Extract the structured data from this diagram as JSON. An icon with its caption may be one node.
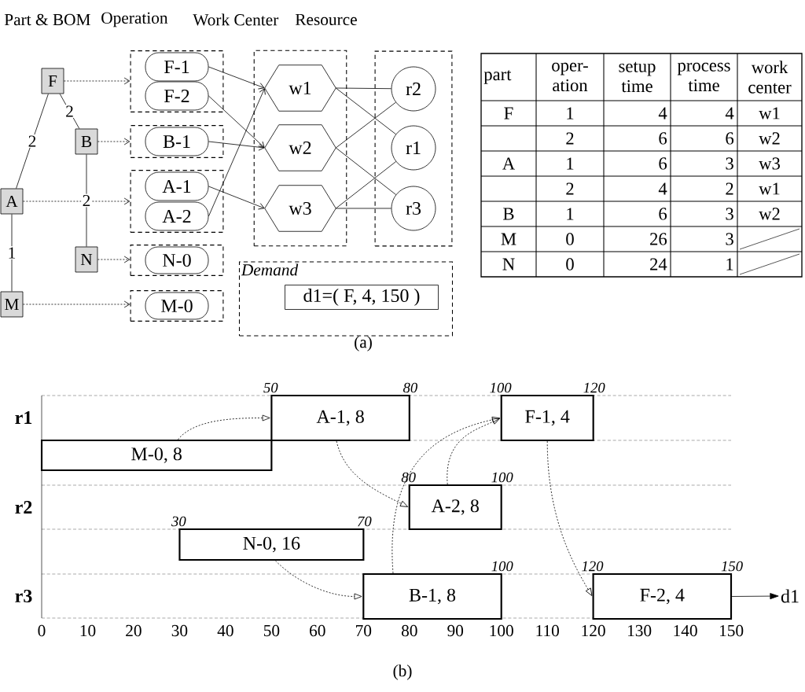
{
  "diagram": {
    "nodes": [
      {
        "text": [
          "F"
        ]
      },
      {
        "text": [
          "B"
        ]
      },
      {
        "text": [
          "A"
        ]
      },
      {
        "text": [
          "N"
        ]
      },
      {
        "text": [
          "M"
        ]
      },
      {
        "text": [],
        "shape": "box"
      },
      {
        "text": [
          "F-1"
        ],
        "in": 5
      },
      {
        "text": [
          "F-2"
        ],
        "in": 5
      },
      {
        "text": [],
        "shape": "box"
      },
      {
        "text": [
          "B-1"
        ],
        "in": 8
      },
      {
        "text": [],
        "shape": "box"
      },
      {
        "text": [
          "A-1"
        ],
        "in": 10
      },
      {
        "text": [
          "A-2"
        ],
        "in": 10
      },
      {
        "text": [],
        "shape": "box"
      },
      {
        "text": [
          "N-0"
        ],
        "in": 13
      },
      {
        "text": [],
        "shape": "box"
      },
      {
        "text": [
          "M-0"
        ],
        "in": 15
      },
      {
        "text": [],
        "shape": "box"
      },
      {
        "text": [
          "w1"
        ],
        "in": 17
      },
      {
        "text": [
          "w2"
        ],
        "in": 17
      },
      {
        "text": [
          "w3"
        ],
        "in": 17
      },
      {
        "text": [],
        "shape": "box"
      },
      {
        "text": [
          "r2"
        ],
        "in": 21
      },
      {
        "text": [
          "r1"
        ],
        "in": 21
      },
      {
        "text": [
          "r3"
        ],
        "in": 21
      },
      {
        "text": [
          "Demand"
        ]
      },
      {
        "text": [
          "d1=( F, 4, 150 )"
        ],
        "in": 25
      },
      {
        "text": [
          "M-0, 8"
        ]
      },
      {
        "text": [
          "A-1, 8"
        ],
        "beside": [
          "50",
          "80"
        ]
      },
      {
        "text": [
          "A-2, 8"
        ],
        "beside": [
          "80",
          "100"
        ]
      },
      {
        "text": [
          "N-0, 16"
        ],
        "beside": [
          "30",
          "70"
        ]
      },
      {
        "text": [
          "B-1, 8"
        ],
        "beside": [
          "100"
        ]
      },
      {
        "text": [
          "F-1, 4"
        ],
        "beside": [
          "100",
          "120"
        ]
      },
      {
        "text": [
          "F-2, 4"
        ],
        "beside": [
          "120",
          "150"
        ]
      },
      {
        "text": [
          "d1"
        ]
      }
    ],
    "edges": [
      {
        "from": 0,
        "to": 2,
        "arrow": "none",
        "label": "2"
      },
      {
        "from": 0,
        "to": 1,
        "arrow": "none",
        "label": "2"
      },
      {
        "from": 1,
        "to": 3,
        "arrow": "none",
        "label": "2"
      },
      {
        "from": 2,
        "to": 4,
        "arrow": "none",
        "label": "1"
      },
      {
        "from": 0,
        "to": 5,
        "arrow": "to",
        "style": "dashed"
      },
      {
        "from": 1,
        "to": 8,
        "arrow": "to",
        "style": "dashed"
      },
      {
        "from": 2,
        "to": 10,
        "arrow": "to",
        "style": "dashed"
      },
      {
        "from": 3,
        "to": 13,
        "arrow": "to",
        "style": "dashed"
      },
      {
        "from": 4,
        "to": 15,
        "arrow": "to",
        "style": "dashed"
      },
      {
        "from": 6,
        "to": 18,
        "arrow": "to"
      },
      {
        "from": 7,
        "to": 19,
        "arrow": "to"
      },
      {
        "from": 9,
        "to": 19,
        "arrow": "to"
      },
      {
        "from": 11,
        "to": 20,
        "arrow": "to"
      },
      {
        "from": 12,
        "to": 18,
        "arrow": "to"
      },
      {
        "from": 18,
        "to": 22,
        "arrow": "none"
      },
      {
        "from": 18,
        "to": 23,
        "arrow": "none"
      },
      {
        "from": 19,
        "to": 22,
        "arrow": "none"
      },
      {
        "from": 19,
        "to": 24,
        "arrow": "none"
      },
      {
        "from": 20,
        "to": 23,
        "arrow": "none"
      },
      {
        "from": 20,
        "to": 24,
        "arrow": "none"
      },
      {
        "from": 27,
        "to": 28,
        "arrow": "to",
        "style": "dashed"
      },
      {
        "from": 28,
        "to": 29,
        "arrow": "to",
        "style": "dashed"
      },
      {
        "from": 30,
        "to": 31,
        "arrow": "to",
        "style": "dashed"
      },
      {
        "from": 29,
        "to": 32,
        "arrow": "to",
        "style": "dashed"
      },
      {
        "from": 31,
        "to": 32,
        "arrow": "to",
        "style": "dashed"
      },
      {
        "from": 32,
        "to": 33,
        "arrow": "to",
        "style": "dashed"
      },
      {
        "from": 33,
        "to": 34,
        "arrow": "to"
      }
    ],
    "labels": [
      "Part & BOM",
      "Operation",
      "Work Center",
      "Resource",
      "part",
      "oper- ation",
      "setup time",
      "process time",
      "work center",
      "F",
      "1",
      "4",
      "4",
      "w1",
      "2",
      "6",
      "6",
      "w2",
      "A",
      "1",
      "6",
      "3",
      "w3",
      "2",
      "4",
      "2",
      "w1",
      "B",
      "1",
      "6",
      "3",
      "w2",
      "M",
      "0",
      "26",
      "3",
      "N",
      "0",
      "24",
      "1",
      "(a)",
      "r1",
      "r2",
      "r3",
      "0",
      "10",
      "20",
      "30",
      "40",
      "50",
      "60",
      "70",
      "80",
      "90",
      "100",
      "110",
      "120",
      "130",
      "140",
      "150",
      "(b)"
    ]
  }
}
